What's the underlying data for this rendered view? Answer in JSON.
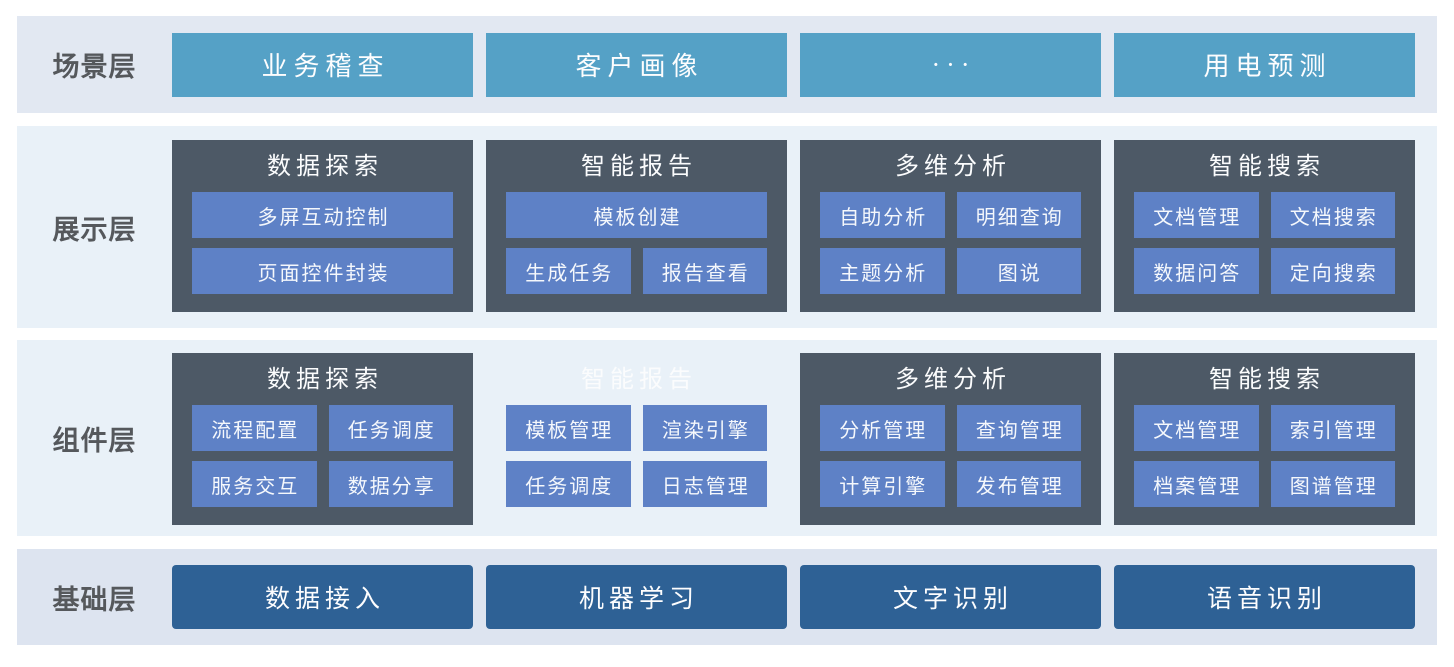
{
  "colors": {
    "band_outer": "#e2e8f2",
    "band_outer2": "#dde4f0",
    "band_inner": "#e9f1f8",
    "scenario_box": "#55a1c6",
    "group_container": "#4d5966",
    "module_button": "#5e81c6",
    "foundation_box": "#2e6195",
    "label_text": "#55585c",
    "box_text": "#ffffff"
  },
  "layers": {
    "scenario": {
      "label": "场景层",
      "boxes": [
        "业务稽查",
        "客户画像",
        "···",
        "用电预测"
      ]
    },
    "presentation": {
      "label": "展示层",
      "groups": [
        {
          "title": "数据探索",
          "items": [
            "多屏互动控制",
            "页面控件封装"
          ]
        },
        {
          "title": "智能报告",
          "items": [
            "模板创建",
            "生成任务",
            "报告查看"
          ]
        },
        {
          "title": "多维分析",
          "items": [
            "自助分析",
            "明细查询",
            "主题分析",
            "图说"
          ]
        },
        {
          "title": "智能搜索",
          "items": [
            "文档管理",
            "文档搜索",
            "数据问答",
            "定向搜索"
          ]
        }
      ]
    },
    "component": {
      "label": "组件层",
      "groups": [
        {
          "title": "数据探索",
          "items": [
            "流程配置",
            "任务调度",
            "服务交互",
            "数据分享"
          ]
        },
        {
          "title": "智能报告",
          "items": [
            "模板管理",
            "渲染引擎",
            "任务调度",
            "日志管理"
          ]
        },
        {
          "title": "多维分析",
          "items": [
            "分析管理",
            "查询管理",
            "计算引擎",
            "发布管理"
          ]
        },
        {
          "title": "智能搜索",
          "items": [
            "文档管理",
            "索引管理",
            "档案管理",
            "图谱管理"
          ]
        }
      ]
    },
    "foundation": {
      "label": "基础层",
      "boxes": [
        "数据接入",
        "机器学习",
        "文字识别",
        "语音识别"
      ]
    }
  }
}
